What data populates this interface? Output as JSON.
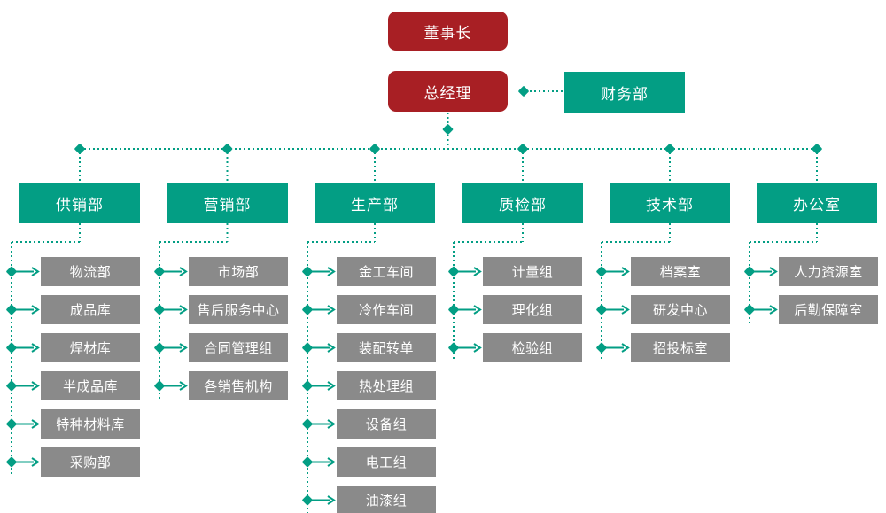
{
  "colors": {
    "primary_red": "#a81f24",
    "teal": "#039e84",
    "gray": "#8a8a8a",
    "text_on_box": "#ffffff"
  },
  "nodes": {
    "chairman": "董事长",
    "general_manager": "总经理",
    "finance": "财务部"
  },
  "departments": [
    {
      "label": "供销部",
      "children": [
        "物流部",
        "成品库",
        "焊材库",
        "半成品库",
        "特种材料库",
        "采购部"
      ]
    },
    {
      "label": "营销部",
      "children": [
        "市场部",
        "售后服务中心",
        "合同管理组",
        "各销售机构"
      ]
    },
    {
      "label": "生产部",
      "children": [
        "金工车间",
        "冷作车间",
        "装配转单",
        "热处理组",
        "设备组",
        "电工组",
        "油漆组"
      ]
    },
    {
      "label": "质检部",
      "children": [
        "计量组",
        "理化组",
        "检验组"
      ]
    },
    {
      "label": "技术部",
      "children": [
        "档案室",
        "研发中心",
        "招投标室"
      ]
    },
    {
      "label": "办公室",
      "children": [
        "人力资源室",
        "后勤保障室"
      ]
    }
  ]
}
